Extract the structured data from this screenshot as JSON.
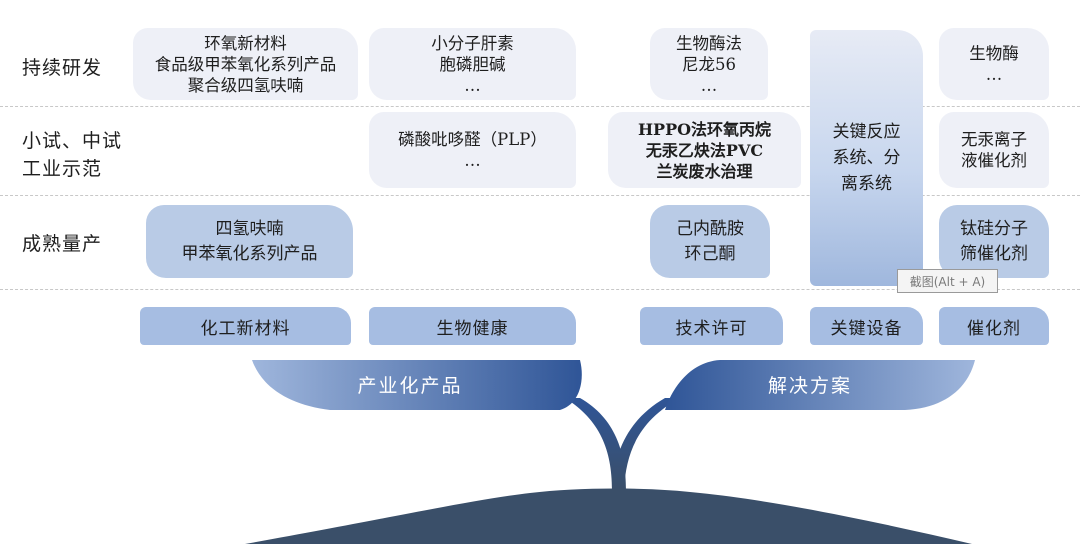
{
  "rows": {
    "research": "持续研发",
    "pilot": "小试、中试\n工业示范",
    "mass": "成熟量产"
  },
  "cells": {
    "research_new_materials": [
      "环氧新材料",
      "食品级甲苯氧化系列产品",
      "聚合级四氢呋喃"
    ],
    "research_bio_health": [
      "小分子肝素",
      "胞磷胆碱",
      "…"
    ],
    "research_license": [
      "生物酶法",
      "尼龙56",
      "…"
    ],
    "research_catalyst": [
      "生物酶",
      "…"
    ],
    "pilot_bio_health": [
      "磷酸吡哆醛（PLP）",
      "…"
    ],
    "pilot_license": [
      "HPPO法环氧丙烷",
      "无汞乙炔法PVC",
      "兰炭废水治理"
    ],
    "pilot_catalyst": [
      "无汞离子",
      "液催化剂"
    ],
    "mass_new_materials": [
      "四氢呋喃",
      "甲苯氧化系列产品"
    ],
    "mass_license": [
      "己内酰胺",
      "环己酮"
    ],
    "mass_catalyst": [
      "钛硅分子",
      "筛催化剂"
    ],
    "key_systems": [
      "关键反应",
      "系统、分",
      "离系统"
    ]
  },
  "categories": {
    "new_materials": "化工新材料",
    "bio_health": "生物健康",
    "license": "技术许可",
    "equipment": "关键设备",
    "catalyst": "催化剂"
  },
  "branches": {
    "left": "产业化产品",
    "right": "解决方案"
  },
  "tooltip": "截图(Alt + A)",
  "colors": {
    "research_cell": "#eef0f7",
    "mature_cell": "#b9cbe6",
    "category_tab": "#a6bde2",
    "branch_dark": "#2f5597",
    "base_dark": "#3a4f69"
  }
}
